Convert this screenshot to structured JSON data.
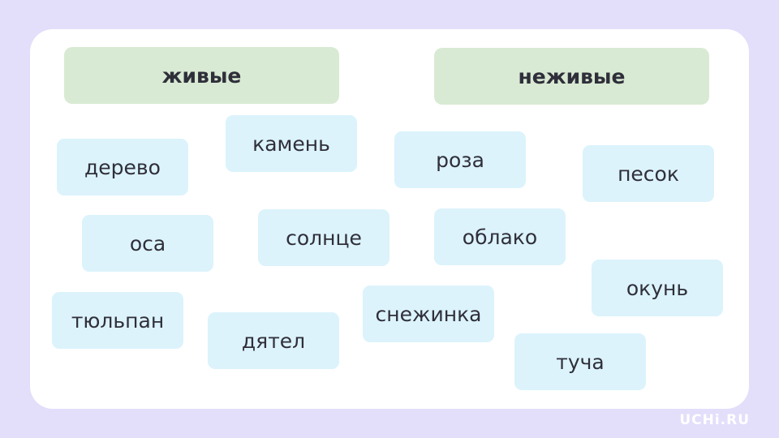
{
  "categories": {
    "living": "живые",
    "nonliving": "неживые"
  },
  "words": {
    "derevo": "дерево",
    "kamen": "камень",
    "roza": "роза",
    "pesok": "песок",
    "osa": "оса",
    "solntse": "солнце",
    "oblako": "облако",
    "okun": "окунь",
    "tyulpan": "тюльпан",
    "dyatel": "дятел",
    "snezhinka": "снежинка",
    "tucha": "туча"
  },
  "brand": {
    "logo_text": "UCHi.RU"
  },
  "colors": {
    "background": "#e3defa",
    "panel": "#ffffff",
    "category_fill": "#d8ead3",
    "word_fill": "#dcf3fc",
    "text": "#2f2f3a"
  }
}
